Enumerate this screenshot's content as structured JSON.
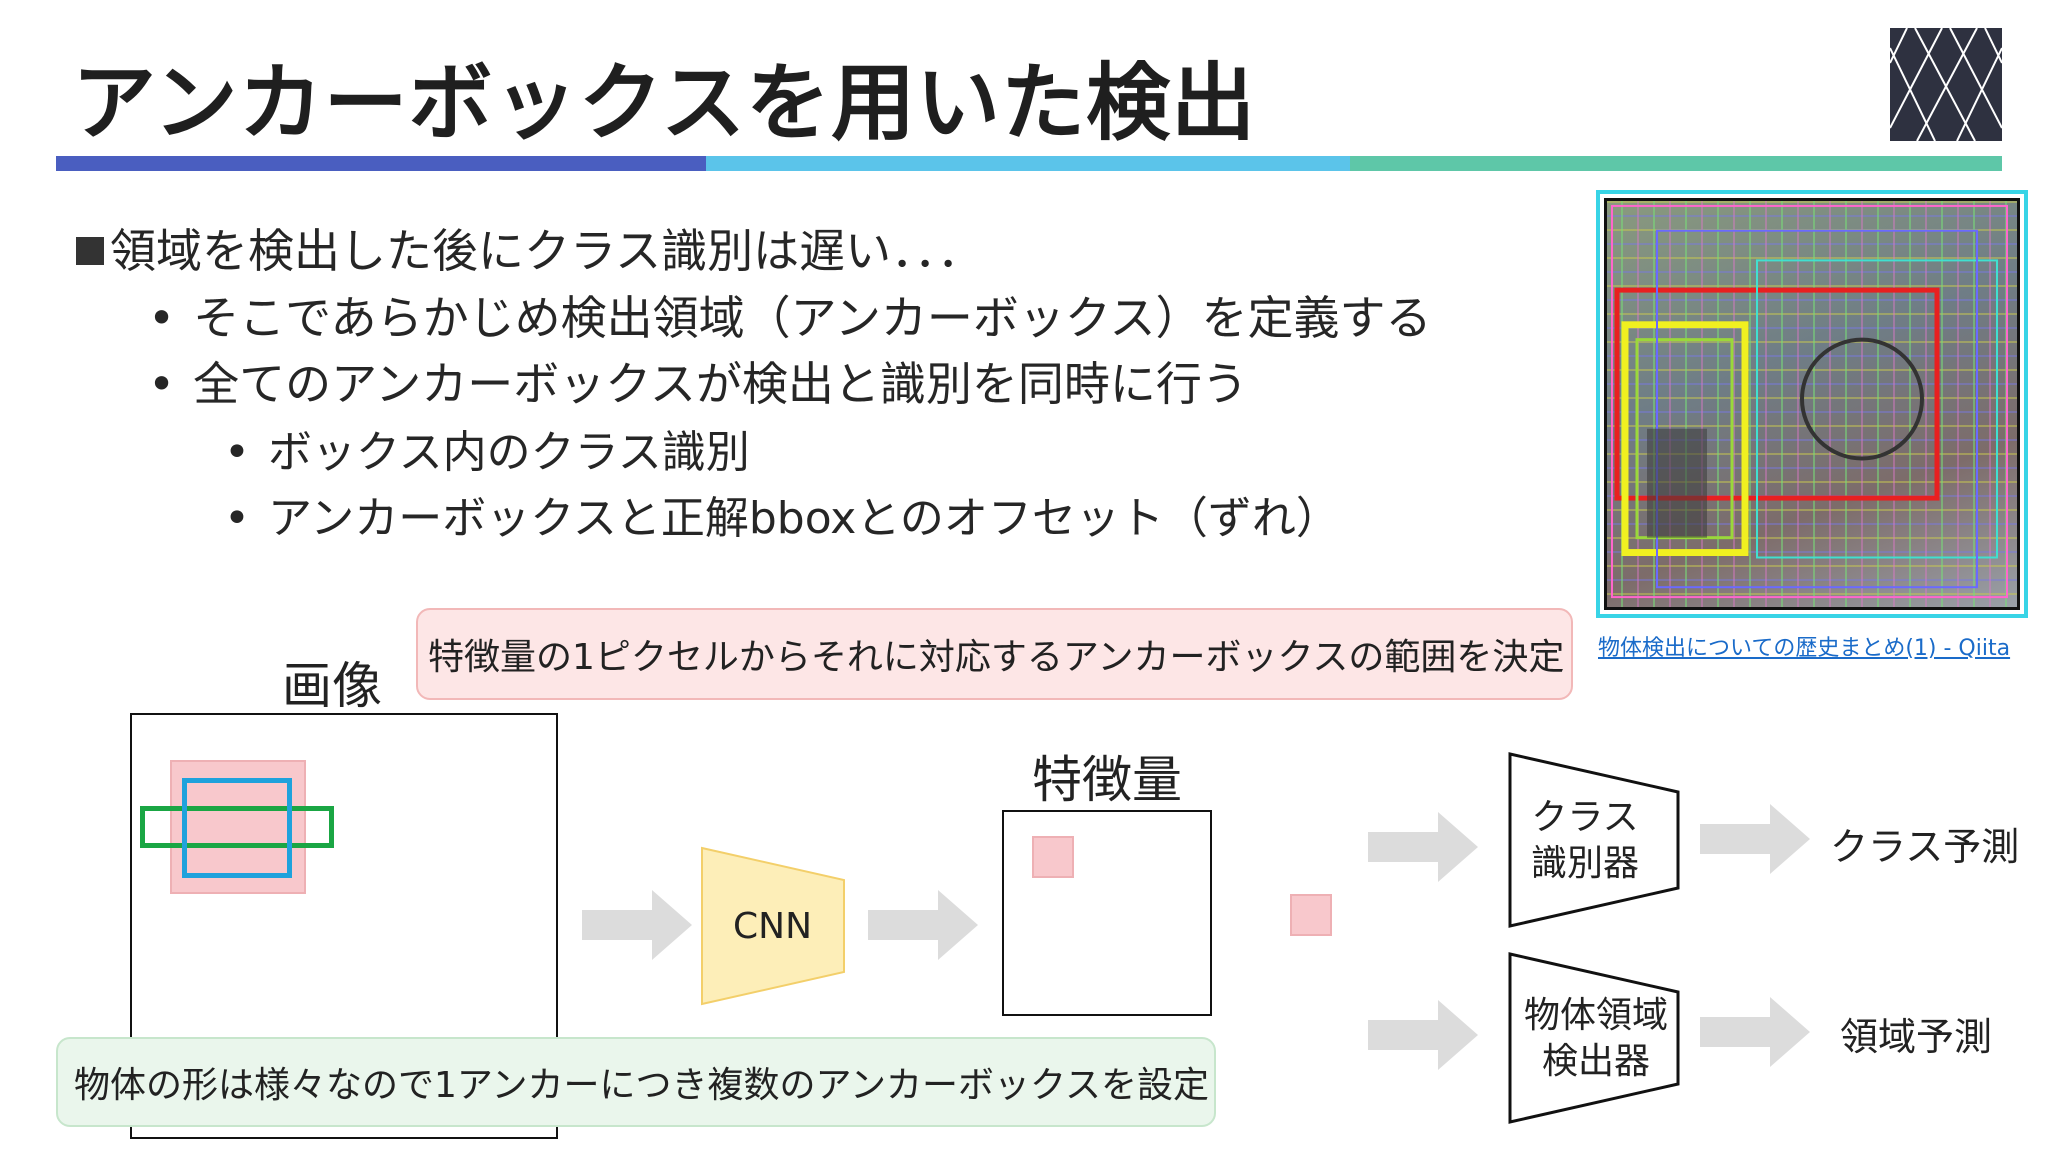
{
  "slide": {
    "title": "アンカーボックスを用いた検出",
    "bullets": {
      "level0": "領域を検出した後にクラス識別は遅い．．．",
      "level1": [
        "そこであらかじめ検出領域（アンカーボックス）を定義する",
        "全てのアンカーボックスが検出と識別を同時に行う"
      ],
      "level2": [
        "ボックス内のクラス識別",
        "アンカーボックスと正解bboxとのオフセット（ずれ）"
      ],
      "bullet_glyph": "•"
    },
    "reference_link": "物体検出についての歴史まとめ(1) - Qiita",
    "colors": {
      "bar_blue": "#4a5ec0",
      "bar_cyan": "#5bc4ea",
      "bar_teal": "#5ec7a8",
      "anchor_pink": "#f8c8cc",
      "anchor_green": "#1aa644",
      "anchor_blue": "#1fa2dc",
      "cnn_yellow": "#fdeeb8"
    }
  },
  "diagram": {
    "pink_note": "特徴量の1ピクセルからそれに対応するアンカーボックスの範囲を決定",
    "image_label": "画像",
    "green_note": "物体の形は様々なので1アンカーにつき複数のアンカーボックスを設定",
    "cnn_label": "CNN",
    "feature_label": "特徴量",
    "class_head": [
      "クラス",
      "識別器"
    ],
    "region_head": [
      "物体領域",
      "検出器"
    ],
    "class_output": "クラス予測",
    "region_output": "領域予測"
  }
}
